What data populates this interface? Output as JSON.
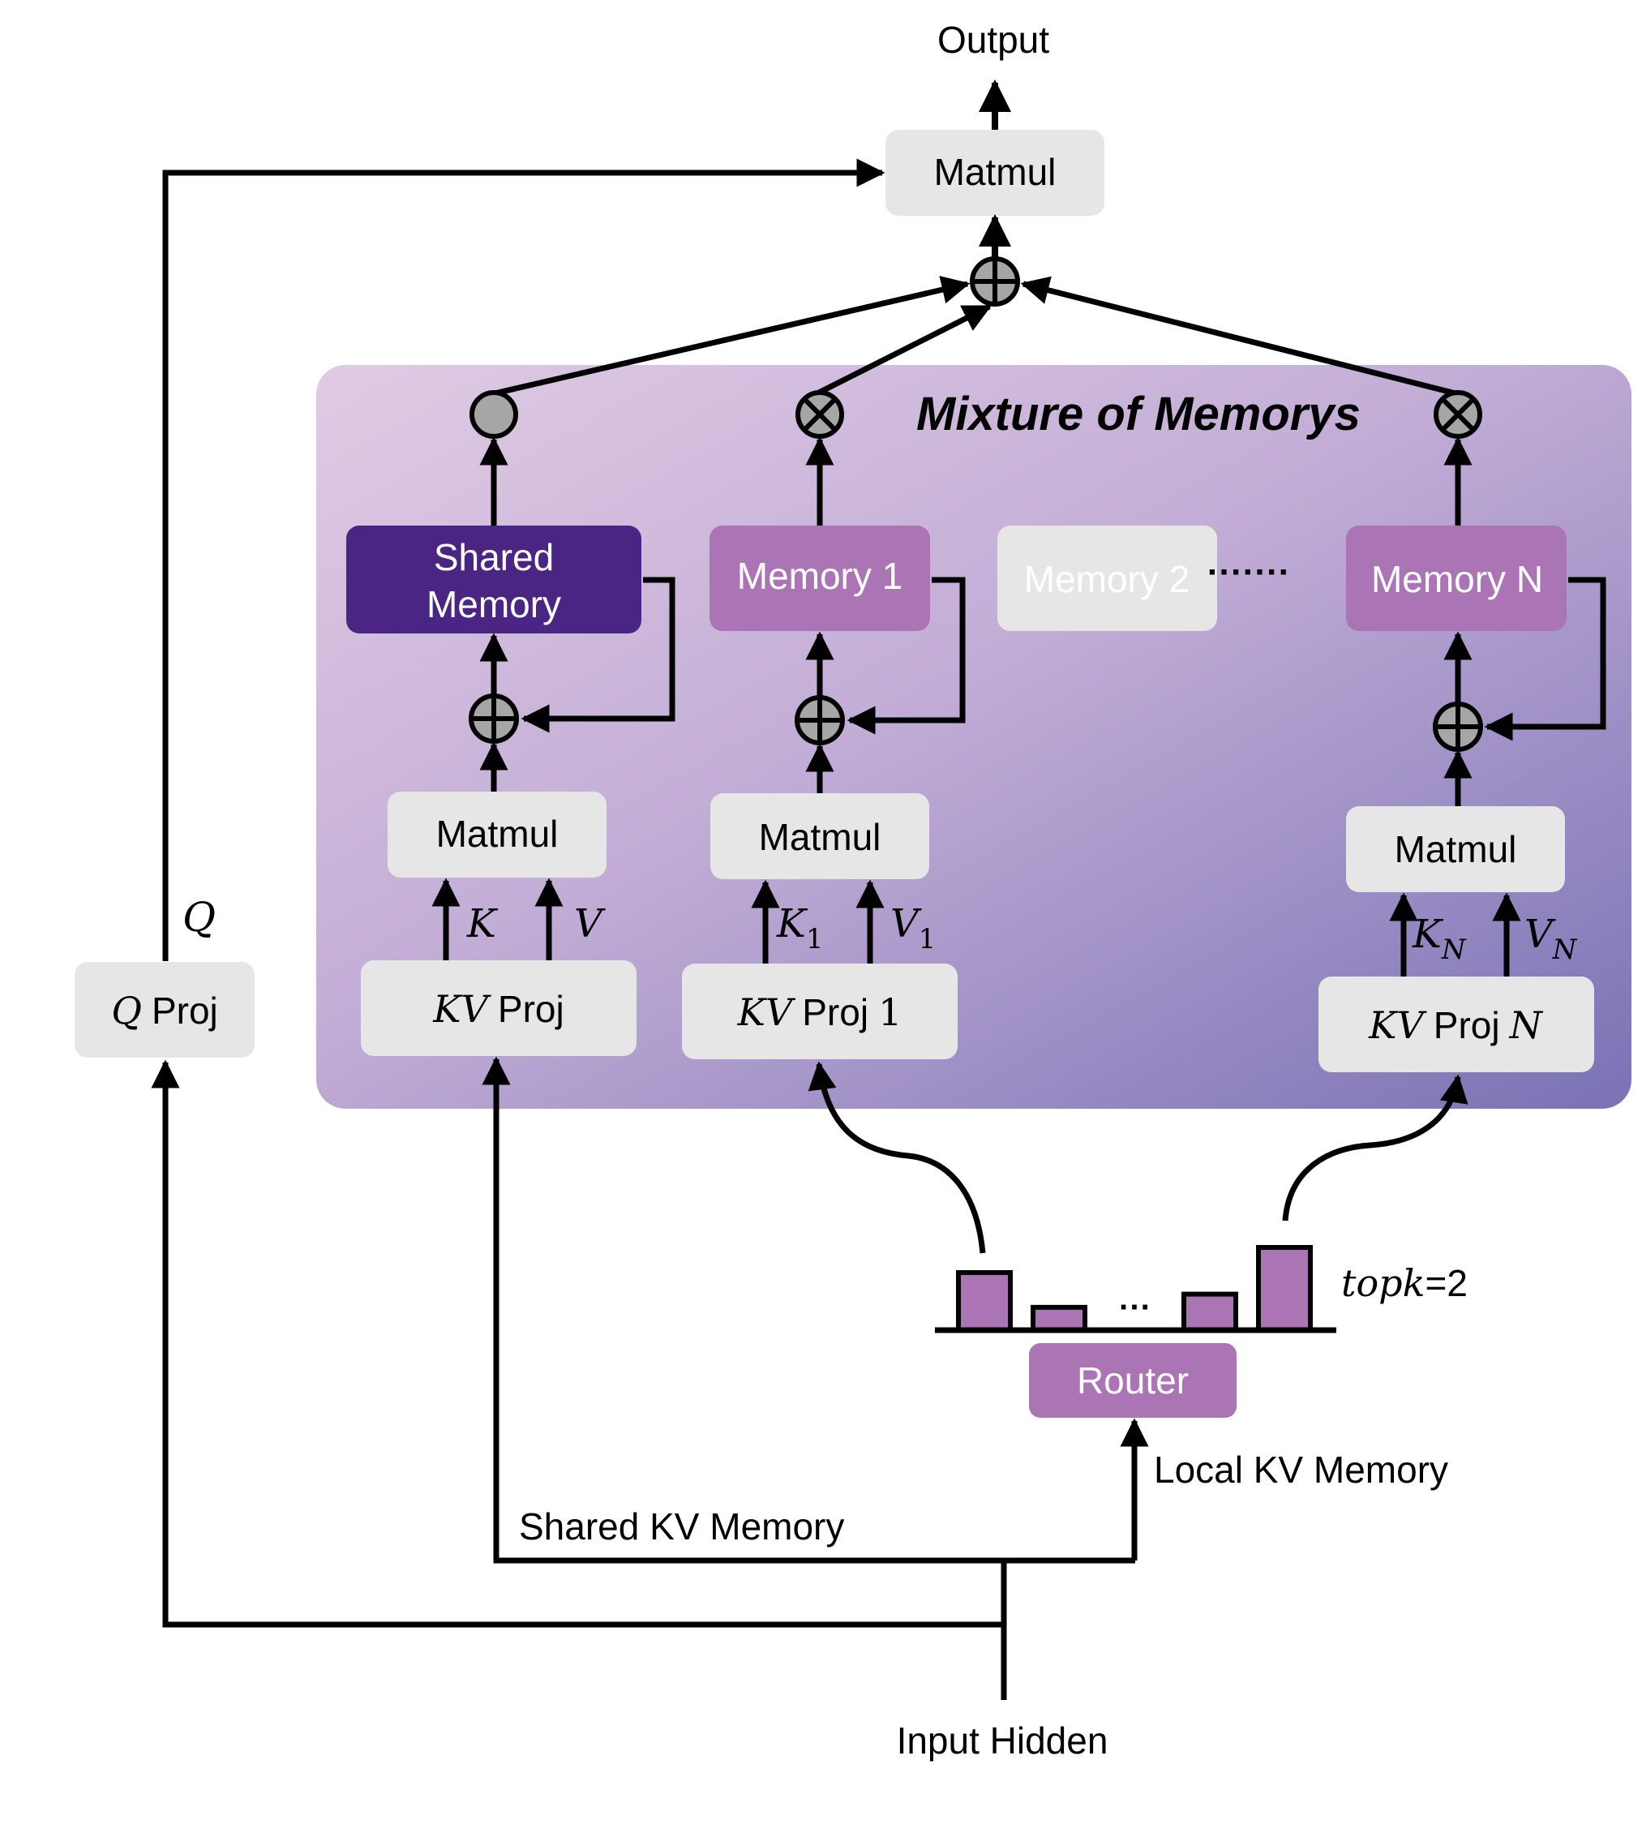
{
  "title": "Mixture of Memorys",
  "labels": {
    "output": "Output",
    "input_hidden": "Input Hidden",
    "shared_kv_memory": "Shared KV Memory",
    "local_kv_memory": "Local KV Memory",
    "q": "Q",
    "q_proj_math": "Q",
    "proj": "Proj",
    "topk_math": "topk",
    "topk_value": "=2",
    "ellipsis_memories": "·······",
    "ellipsis_bars": "···"
  },
  "blocks": {
    "top_matmul": "Matmul",
    "router": "Router",
    "shared_memory_line1": "Shared",
    "shared_memory_line2": "Memory",
    "memory_1": "Memory 1",
    "memory_2": "Memory 2",
    "memory_n": "Memory N",
    "matmul": "Matmul",
    "kv_math": "KV",
    "kv_proj_1_suffix": "1",
    "kv_proj_n_suffix": "N"
  },
  "branches": [
    {
      "id": "shared",
      "k": "K",
      "v": "V",
      "k_sub": "",
      "v_sub": ""
    },
    {
      "id": "memory-1",
      "k": "K",
      "v": "V",
      "k_sub": "1",
      "v_sub": "1"
    },
    {
      "id": "memory-n",
      "k": "K",
      "v": "V",
      "k_sub": "N",
      "v_sub": "N"
    }
  ],
  "router_scores": {
    "description": "relative router gate scores (bar heights)",
    "values": [
      0.44,
      0.15,
      0.26,
      0.65
    ],
    "selected": [
      true,
      false,
      false,
      true
    ]
  },
  "colors": {
    "panel_gradient_start": "#ddc8e2",
    "panel_gradient_end": "#7b74b6",
    "shared_memory": "#4a2584",
    "memory_active": "#ab74b4",
    "memory_inactive": "#e6e6e6",
    "block_gray": "#e6e6e6",
    "operator_fill": "#a6a6a6"
  }
}
